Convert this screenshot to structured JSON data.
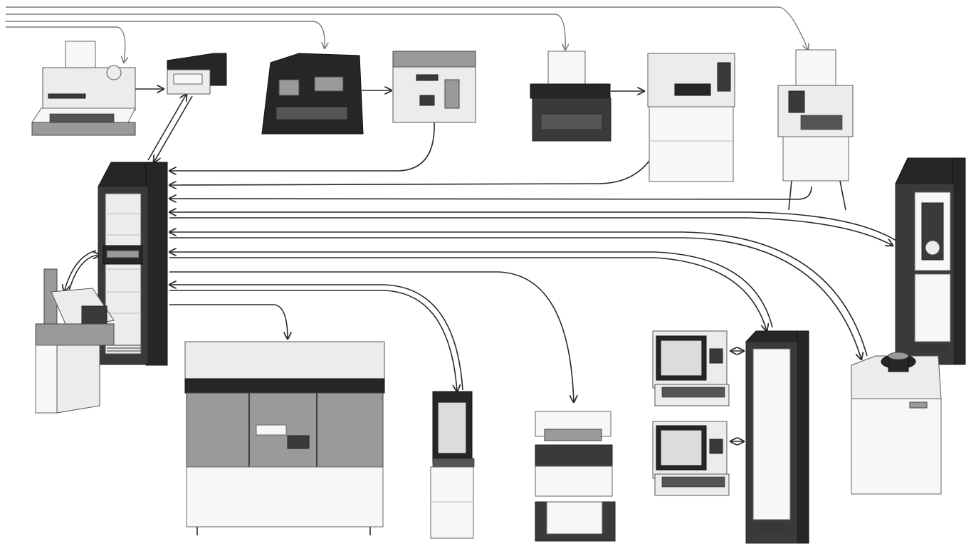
{
  "diagram": {
    "devices": [
      {
        "id": "teletype-paper-tape",
        "icon": "teletype-icon"
      },
      {
        "id": "paper-tape-reader",
        "icon": "tape-reader-icon"
      },
      {
        "id": "keyboard-terminal",
        "icon": "keyboard-terminal-icon"
      },
      {
        "id": "interface-unit",
        "icon": "interface-box-icon"
      },
      {
        "id": "typewriter-terminal",
        "icon": "typewriter-icon"
      },
      {
        "id": "line-printer-console",
        "icon": "printer-console-icon"
      },
      {
        "id": "pedestal-teleprinter",
        "icon": "teleprinter-icon"
      },
      {
        "id": "central-processor-cabinet",
        "icon": "computer-cabinet-icon"
      },
      {
        "id": "operator-console-desk",
        "icon": "operator-desk-icon"
      },
      {
        "id": "large-processor-unit",
        "icon": "mainframe-icon"
      },
      {
        "id": "graphics-display-terminal",
        "icon": "graphics-terminal-icon"
      },
      {
        "id": "high-speed-printer",
        "icon": "printer-icon"
      },
      {
        "id": "crt-terminal-1",
        "icon": "crt-terminal-icon"
      },
      {
        "id": "crt-terminal-2",
        "icon": "crt-terminal-icon"
      },
      {
        "id": "terminal-controller-cabinet",
        "icon": "controller-cabinet-icon"
      },
      {
        "id": "magnetic-tape-drive",
        "icon": "tape-drive-icon"
      },
      {
        "id": "disk-drive-unit",
        "icon": "disk-drive-icon"
      }
    ],
    "colors": {
      "ink": "#2a2a2a",
      "dark_cabinet": "#3a3a3a",
      "light_panel": "#ececec",
      "background": "#ffffff"
    }
  }
}
